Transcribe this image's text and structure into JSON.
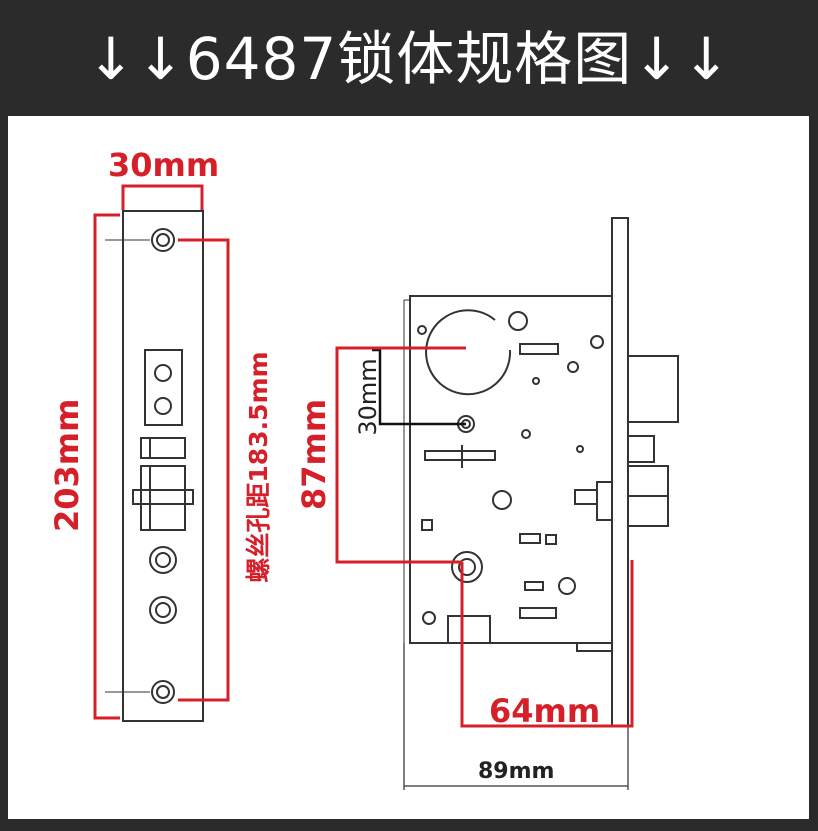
{
  "header": {
    "title": "↓↓6487锁体规格图↓↓"
  },
  "dimensions": {
    "faceplate_width": "30mm",
    "faceplate_height": "203mm",
    "screw_hole_spacing": "螺丝孔距183.5mm",
    "backset_vertical": "87mm",
    "spindle_offset": "30mm",
    "backset": "64mm",
    "body_depth": "89mm"
  },
  "colors": {
    "accent": "#d5202a",
    "background": "#2b2b2b",
    "panel": "#ffffff"
  }
}
